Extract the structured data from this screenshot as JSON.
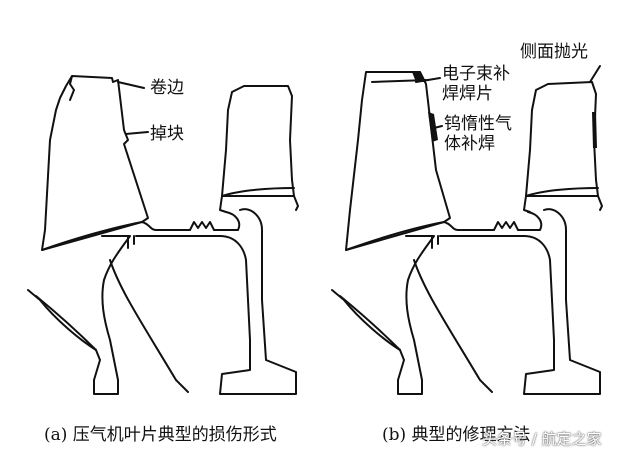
{
  "panel_a": {
    "labels": {
      "curl": "卷边",
      "chip": "掉块"
    },
    "caption": "(a) 压气机叶片典型的损伤形式"
  },
  "panel_b": {
    "labels": {
      "ebw_line1": "电子束补",
      "ebw_line2": "焊焊片",
      "tig_line1": "钨惰性气",
      "tig_line2": "体补焊",
      "polish": "侧面抛光"
    },
    "caption": "(b) 典型的修理方法"
  },
  "watermark": "头条号 / 航定之家",
  "colors": {
    "ink": "#111111",
    "background": "#ffffff"
  }
}
